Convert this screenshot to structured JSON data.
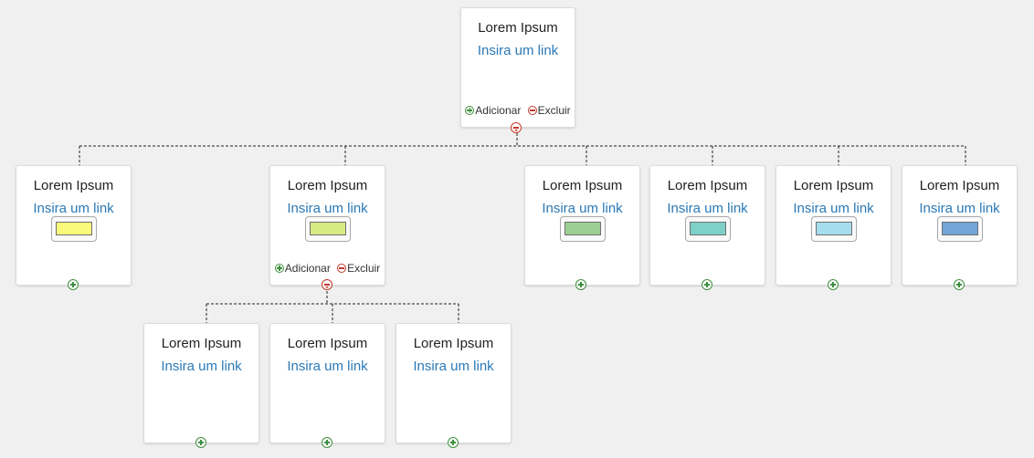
{
  "colors": {
    "background": "#f0f0f0",
    "link": "#2b79b6",
    "add_icon": "#3e8f3e",
    "remove_icon": "#c0392b"
  },
  "root": {
    "title": "Lorem Ipsum",
    "link": "Insira um link",
    "add_label": "Adicionar",
    "remove_label": "Excluir"
  },
  "level1": [
    {
      "title": "Lorem Ipsum",
      "link": "Insira um link",
      "swatch_color": "#fafa7a"
    },
    {
      "title": "Lorem Ipsum",
      "link": "Insira um link",
      "swatch_color": "#d8ea84",
      "add_label": "Adicionar",
      "remove_label": "Excluir"
    },
    {
      "title": "Lorem Ipsum",
      "link": "Insira um link",
      "swatch_color": "#9ccf93"
    },
    {
      "title": "Lorem Ipsum",
      "link": "Insira um link",
      "swatch_color": "#7fd0c9"
    },
    {
      "title": "Lorem Ipsum",
      "link": "Insira um link",
      "swatch_color": "#a5ddee"
    },
    {
      "title": "Lorem Ipsum",
      "link": "Insira um link",
      "swatch_color": "#72a6d8"
    }
  ],
  "level2": [
    {
      "title": "Lorem Ipsum",
      "link": "Insira um link"
    },
    {
      "title": "Lorem Ipsum",
      "link": "Insira um link"
    },
    {
      "title": "Lorem Ipsum",
      "link": "Insira um link"
    }
  ]
}
